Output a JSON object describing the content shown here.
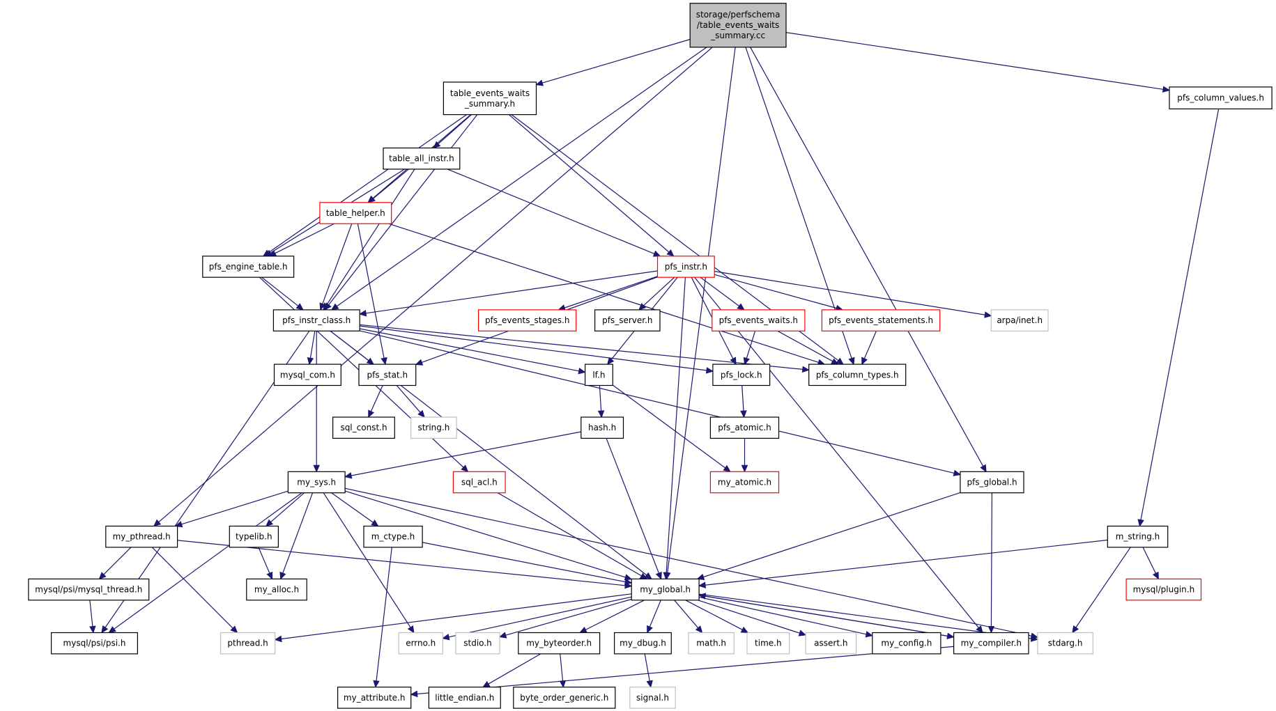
{
  "colors": {
    "edge": "#191970",
    "root_fill": "#bfbfbf",
    "border_default": "#000000",
    "border_truncated": "#ff0000",
    "border_external": "#bfbfbf",
    "background": "#ffffff"
  },
  "nodes": [
    {
      "id": "root",
      "lines": [
        "storage/perfschema",
        "/table_events_waits",
        "_summary.cc"
      ],
      "kind": "root"
    },
    {
      "id": "tews_h",
      "lines": [
        "table_events_waits",
        "_summary.h"
      ],
      "kind": "normal"
    },
    {
      "id": "pfs_column_values",
      "lines": [
        "pfs_column_values.h"
      ],
      "kind": "normal"
    },
    {
      "id": "table_all_instr",
      "lines": [
        "table_all_instr.h"
      ],
      "kind": "normal"
    },
    {
      "id": "table_helper",
      "lines": [
        "table_helper.h"
      ],
      "kind": "truncated"
    },
    {
      "id": "pfs_engine_table",
      "lines": [
        "pfs_engine_table.h"
      ],
      "kind": "normal"
    },
    {
      "id": "pfs_instr",
      "lines": [
        "pfs_instr.h"
      ],
      "kind": "truncated"
    },
    {
      "id": "pfs_instr_class",
      "lines": [
        "pfs_instr_class.h"
      ],
      "kind": "normal"
    },
    {
      "id": "pfs_events_stages",
      "lines": [
        "pfs_events_stages.h"
      ],
      "kind": "truncated"
    },
    {
      "id": "pfs_server",
      "lines": [
        "pfs_server.h"
      ],
      "kind": "normal"
    },
    {
      "id": "pfs_events_waits",
      "lines": [
        "pfs_events_waits.h"
      ],
      "kind": "truncated"
    },
    {
      "id": "pfs_events_statements",
      "lines": [
        "pfs_events_statements.h"
      ],
      "kind": "truncated"
    },
    {
      "id": "arpa_inet",
      "lines": [
        "arpa/inet.h"
      ],
      "kind": "external"
    },
    {
      "id": "mysql_com",
      "lines": [
        "mysql_com.h"
      ],
      "kind": "normal"
    },
    {
      "id": "pfs_stat",
      "lines": [
        "pfs_stat.h"
      ],
      "kind": "normal"
    },
    {
      "id": "lf",
      "lines": [
        "lf.h"
      ],
      "kind": "normal"
    },
    {
      "id": "pfs_lock",
      "lines": [
        "pfs_lock.h"
      ],
      "kind": "normal"
    },
    {
      "id": "pfs_column_types",
      "lines": [
        "pfs_column_types.h"
      ],
      "kind": "normal"
    },
    {
      "id": "sql_const",
      "lines": [
        "sql_const.h"
      ],
      "kind": "normal"
    },
    {
      "id": "string",
      "lines": [
        "string.h"
      ],
      "kind": "external"
    },
    {
      "id": "hash",
      "lines": [
        "hash.h"
      ],
      "kind": "normal"
    },
    {
      "id": "pfs_atomic",
      "lines": [
        "pfs_atomic.h"
      ],
      "kind": "normal"
    },
    {
      "id": "my_sys",
      "lines": [
        "my_sys.h"
      ],
      "kind": "normal"
    },
    {
      "id": "sql_acl",
      "lines": [
        "sql_acl.h"
      ],
      "kind": "truncated"
    },
    {
      "id": "my_atomic",
      "lines": [
        "my_atomic.h"
      ],
      "kind": "truncated"
    },
    {
      "id": "pfs_global",
      "lines": [
        "pfs_global.h"
      ],
      "kind": "normal"
    },
    {
      "id": "my_pthread",
      "lines": [
        "my_pthread.h"
      ],
      "kind": "normal"
    },
    {
      "id": "typelib",
      "lines": [
        "typelib.h"
      ],
      "kind": "normal"
    },
    {
      "id": "m_ctype",
      "lines": [
        "m_ctype.h"
      ],
      "kind": "normal"
    },
    {
      "id": "m_string",
      "lines": [
        "m_string.h"
      ],
      "kind": "normal"
    },
    {
      "id": "mysql_thread",
      "lines": [
        "mysql/psi/mysql_thread.h"
      ],
      "kind": "normal"
    },
    {
      "id": "my_alloc",
      "lines": [
        "my_alloc.h"
      ],
      "kind": "normal"
    },
    {
      "id": "my_global",
      "lines": [
        "my_global.h"
      ],
      "kind": "normal"
    },
    {
      "id": "mysql_plugin",
      "lines": [
        "mysql/plugin.h"
      ],
      "kind": "truncated"
    },
    {
      "id": "psi",
      "lines": [
        "mysql/psi/psi.h"
      ],
      "kind": "normal"
    },
    {
      "id": "pthread",
      "lines": [
        "pthread.h"
      ],
      "kind": "external"
    },
    {
      "id": "errno",
      "lines": [
        "errno.h"
      ],
      "kind": "external"
    },
    {
      "id": "stdio",
      "lines": [
        "stdio.h"
      ],
      "kind": "external"
    },
    {
      "id": "my_byteorder",
      "lines": [
        "my_byteorder.h"
      ],
      "kind": "normal"
    },
    {
      "id": "my_dbug",
      "lines": [
        "my_dbug.h"
      ],
      "kind": "normal"
    },
    {
      "id": "math",
      "lines": [
        "math.h"
      ],
      "kind": "external"
    },
    {
      "id": "time",
      "lines": [
        "time.h"
      ],
      "kind": "external"
    },
    {
      "id": "assert",
      "lines": [
        "assert.h"
      ],
      "kind": "external"
    },
    {
      "id": "my_config",
      "lines": [
        "my_config.h"
      ],
      "kind": "normal"
    },
    {
      "id": "my_compiler",
      "lines": [
        "my_compiler.h"
      ],
      "kind": "normal"
    },
    {
      "id": "stdarg",
      "lines": [
        "stdarg.h"
      ],
      "kind": "external"
    },
    {
      "id": "my_attribute",
      "lines": [
        "my_attribute.h"
      ],
      "kind": "normal"
    },
    {
      "id": "little_endian",
      "lines": [
        "little_endian.h"
      ],
      "kind": "normal"
    },
    {
      "id": "byte_order_generic",
      "lines": [
        "byte_order_generic.h"
      ],
      "kind": "normal"
    },
    {
      "id": "signal",
      "lines": [
        "signal.h"
      ],
      "kind": "external"
    }
  ],
  "edges": [
    [
      "root",
      "tews_h"
    ],
    [
      "root",
      "pfs_column_values"
    ],
    [
      "root",
      "pfs_instr_class"
    ],
    [
      "root",
      "pfs_column_types"
    ],
    [
      "root",
      "my_pthread"
    ],
    [
      "root",
      "my_global"
    ],
    [
      "root",
      "pfs_global"
    ],
    [
      "tews_h",
      "table_all_instr"
    ],
    [
      "tews_h",
      "table_helper"
    ],
    [
      "tews_h",
      "pfs_engine_table"
    ],
    [
      "tews_h",
      "pfs_instr_class"
    ],
    [
      "tews_h",
      "pfs_instr"
    ],
    [
      "tews_h",
      "pfs_column_types"
    ],
    [
      "table_all_instr",
      "table_helper"
    ],
    [
      "table_all_instr",
      "pfs_engine_table"
    ],
    [
      "table_all_instr",
      "pfs_instr_class"
    ],
    [
      "table_all_instr",
      "pfs_instr"
    ],
    [
      "table_helper",
      "pfs_engine_table"
    ],
    [
      "table_helper",
      "pfs_instr_class"
    ],
    [
      "table_helper",
      "pfs_stat"
    ],
    [
      "table_helper",
      "pfs_column_types"
    ],
    [
      "pfs_engine_table",
      "pfs_instr_class"
    ],
    [
      "pfs_engine_table",
      "sql_acl"
    ],
    [
      "pfs_instr",
      "pfs_instr_class"
    ],
    [
      "pfs_instr",
      "pfs_events_stages"
    ],
    [
      "pfs_instr",
      "pfs_server"
    ],
    [
      "pfs_instr",
      "pfs_events_waits"
    ],
    [
      "pfs_instr",
      "pfs_events_statements"
    ],
    [
      "pfs_instr",
      "arpa_inet"
    ],
    [
      "pfs_instr",
      "pfs_stat"
    ],
    [
      "pfs_instr",
      "lf"
    ],
    [
      "pfs_instr",
      "pfs_lock"
    ],
    [
      "pfs_instr",
      "my_global"
    ],
    [
      "pfs_instr",
      "my_compiler"
    ],
    [
      "pfs_instr_class",
      "mysql_com"
    ],
    [
      "pfs_instr_class",
      "pfs_stat"
    ],
    [
      "pfs_instr_class",
      "lf"
    ],
    [
      "pfs_instr_class",
      "pfs_lock"
    ],
    [
      "pfs_instr_class",
      "pfs_column_types"
    ],
    [
      "pfs_instr_class",
      "my_sys"
    ],
    [
      "pfs_instr_class",
      "psi"
    ],
    [
      "pfs_instr_class",
      "my_global"
    ],
    [
      "pfs_instr_class",
      "pfs_global"
    ],
    [
      "pfs_events_waits",
      "pfs_lock"
    ],
    [
      "pfs_events_waits",
      "pfs_column_types"
    ],
    [
      "pfs_events_statements",
      "pfs_column_types"
    ],
    [
      "pfs_stat",
      "sql_const"
    ],
    [
      "pfs_stat",
      "string"
    ],
    [
      "lf",
      "hash"
    ],
    [
      "lf",
      "my_atomic"
    ],
    [
      "pfs_lock",
      "pfs_atomic"
    ],
    [
      "pfs_atomic",
      "my_atomic"
    ],
    [
      "hash",
      "my_sys"
    ],
    [
      "hash",
      "my_global"
    ],
    [
      "my_sys",
      "my_pthread"
    ],
    [
      "my_sys",
      "typelib"
    ],
    [
      "my_sys",
      "m_ctype"
    ],
    [
      "my_sys",
      "my_alloc"
    ],
    [
      "my_sys",
      "my_global"
    ],
    [
      "my_sys",
      "psi"
    ],
    [
      "my_sys",
      "errno"
    ],
    [
      "my_sys",
      "stdarg"
    ],
    [
      "sql_acl",
      "my_global"
    ],
    [
      "pfs_global",
      "my_global"
    ],
    [
      "pfs_global",
      "my_compiler"
    ],
    [
      "pfs_column_values",
      "m_string"
    ],
    [
      "m_string",
      "my_global"
    ],
    [
      "m_string",
      "mysql_plugin"
    ],
    [
      "m_string",
      "stdarg"
    ],
    [
      "my_pthread",
      "mysql_thread"
    ],
    [
      "my_pthread",
      "pthread"
    ],
    [
      "my_pthread",
      "my_global"
    ],
    [
      "mysql_thread",
      "psi"
    ],
    [
      "typelib",
      "my_alloc"
    ],
    [
      "m_ctype",
      "my_attribute"
    ],
    [
      "m_ctype",
      "my_global"
    ],
    [
      "my_global",
      "pthread"
    ],
    [
      "my_global",
      "errno"
    ],
    [
      "my_global",
      "stdio"
    ],
    [
      "my_global",
      "my_byteorder"
    ],
    [
      "my_global",
      "my_dbug"
    ],
    [
      "my_global",
      "math"
    ],
    [
      "my_global",
      "time"
    ],
    [
      "my_global",
      "assert"
    ],
    [
      "my_global",
      "my_config"
    ],
    [
      "my_global",
      "my_compiler"
    ],
    [
      "my_global",
      "stdarg"
    ],
    [
      "my_compiler",
      "my_global"
    ],
    [
      "my_compiler",
      "my_attribute"
    ],
    [
      "my_byteorder",
      "little_endian"
    ],
    [
      "my_byteorder",
      "byte_order_generic"
    ],
    [
      "my_dbug",
      "signal"
    ]
  ]
}
